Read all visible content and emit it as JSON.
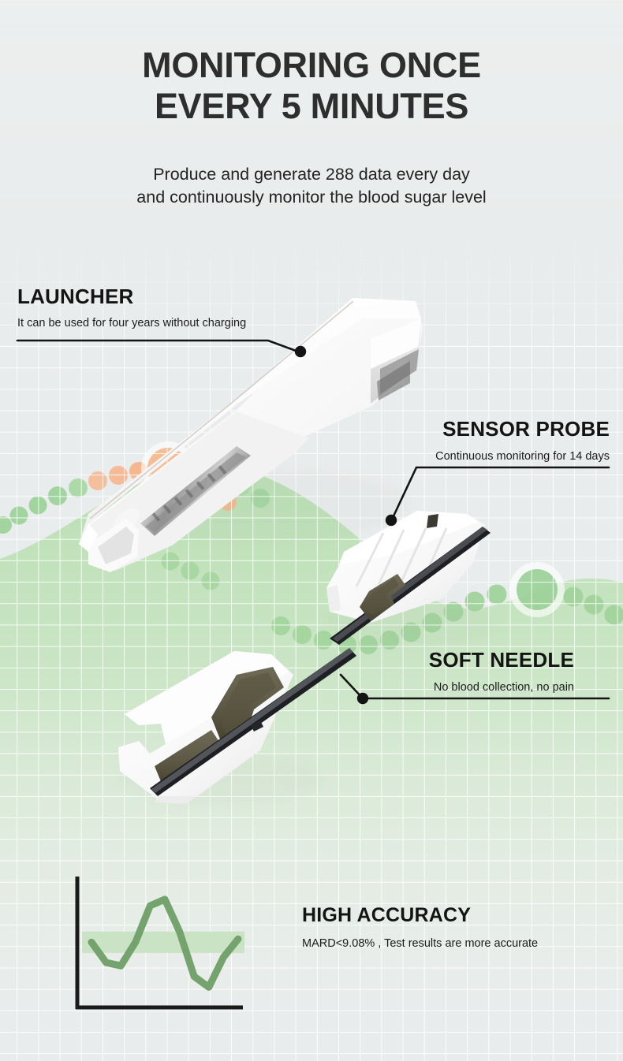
{
  "page": {
    "bg_color": "#e9ecec",
    "accent_green": "#9ed39a",
    "accent_green_soft": "#d4ead1",
    "accent_orange": "#f7b48a",
    "text_dark": "#2e2e2e"
  },
  "header": {
    "title_line1": "MONITORING ONCE",
    "title_line2": "EVERY 5 MINUTES",
    "sub_line1": "Produce and generate 288 data every day",
    "sub_line2": "and continuously monitor the blood sugar level"
  },
  "callouts": [
    {
      "id": "launcher",
      "title": "LAUNCHER",
      "desc": "It can be used for four years without charging"
    },
    {
      "id": "sensor-probe",
      "title": "SENSOR PROBE",
      "desc": "Continuous monitoring for 14 days"
    },
    {
      "id": "soft-needle",
      "title": "SOFT NEEDLE",
      "desc": "No blood collection, no pain"
    },
    {
      "id": "high-accuracy",
      "title": "HIGH ACCURACY",
      "desc": "MARD<9.08% ,   Test results are more accurate"
    }
  ],
  "chart_data": {
    "type": "line",
    "title": "",
    "xlabel": "",
    "ylabel": "",
    "grid": false,
    "legend": null,
    "series": [
      {
        "name": "blood glucose trend",
        "color": "#74a36e",
        "x": [
          0,
          1,
          2,
          3,
          4,
          5,
          6,
          7,
          8,
          9,
          10
        ],
        "values": [
          0.52,
          0.33,
          0.3,
          0.52,
          0.86,
          0.92,
          0.62,
          0.2,
          0.1,
          0.38,
          0.55
        ]
      }
    ],
    "target_band": {
      "label": "in-range band",
      "color": "#cbe3c5",
      "y_low": 0.42,
      "y_high": 0.62
    },
    "axes": {
      "x_axis_visible": true,
      "y_axis_visible": true,
      "color": "#1a1a1a"
    }
  },
  "decor": {
    "hill_label": "green glucose hill shape",
    "dotted_curve_label": "dotted glucose wave",
    "orange_highlight_label": "orange data point highlight",
    "green_highlight_label": "green data point highlight"
  }
}
